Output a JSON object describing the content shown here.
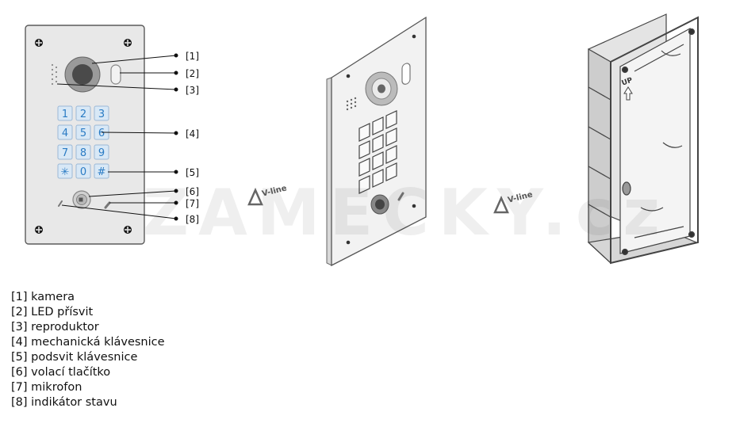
{
  "watermark": "ZAMECKY.cz",
  "brand_logo": "V-line",
  "callouts": [
    "[1]",
    "[2]",
    "[3]",
    "[4]",
    "[5]",
    "[6]",
    "[7]",
    "[8]"
  ],
  "keypad_keys": [
    "1",
    "2",
    "3",
    "4",
    "5",
    "6",
    "7",
    "8",
    "9",
    "✳",
    "0",
    "#"
  ],
  "legend": [
    "[1] kamera",
    "[2] LED přísvit",
    "[3] reproduktor",
    "[4] mechanická klávesnice",
    "[5] podsvit klávesnice",
    "[6] volací tlačítko",
    "[7] mikrofon",
    "[8] indikátor stavu"
  ],
  "box_label": "UP",
  "colors": {
    "panel": "#e6e6e6",
    "panel_border": "#555555",
    "key_blue": "#2a7bc4",
    "key_bg": "#d8e8f6",
    "camera": "#555555"
  }
}
